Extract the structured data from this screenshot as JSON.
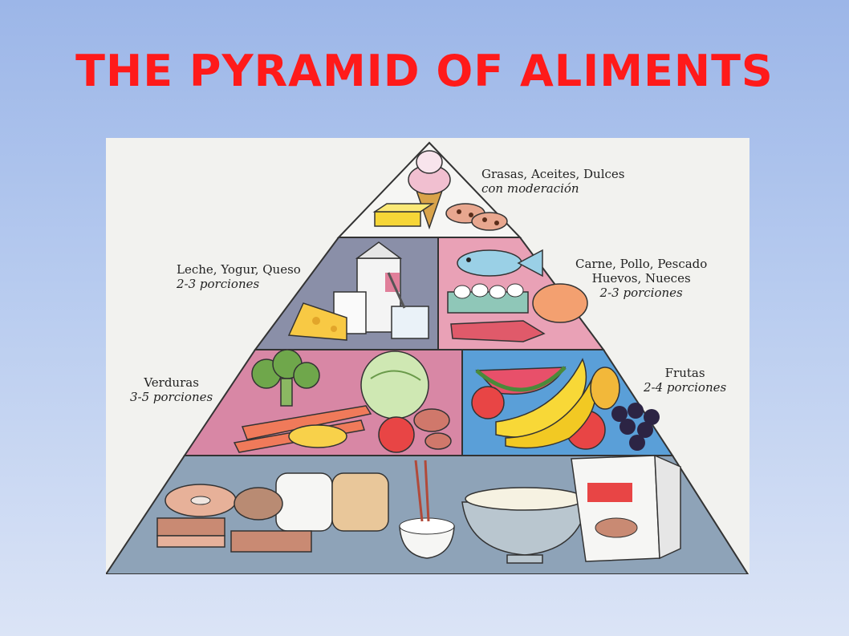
{
  "slide": {
    "title": "THE PYRAMID OF ALIMENTS"
  },
  "pyramid": {
    "tiers": [
      {
        "name": "Grasas, Aceites, Dulces",
        "portion": "con moderación"
      },
      {
        "name": "Leche, Yogur, Queso",
        "portion": "2-3 porciones"
      },
      {
        "name_line1": "Carne, Pollo, Pescado",
        "name_line2": "Huevos, Nueces",
        "portion": "2-3 porciones"
      },
      {
        "name": "Verduras",
        "portion": "3-5 porciones"
      },
      {
        "name": "Frutas",
        "portion": "2-4 porciones"
      }
    ]
  },
  "colors": {
    "title": "#ff1a1a",
    "tier_top": "#f6f6f4",
    "tier_milk": "#8a8fa8",
    "tier_meat": "#e9a1b6",
    "tier_veg": "#d887a5",
    "tier_fruit": "#5a9fd8",
    "tier_base": "#8ea3b8"
  }
}
